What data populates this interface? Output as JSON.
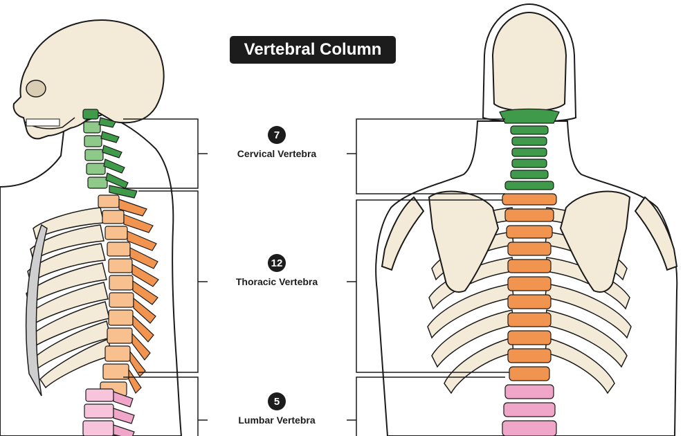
{
  "title": "Vertebral Column",
  "regions": [
    {
      "key": "cervical",
      "count": "7",
      "label": "Cervical Vertebra",
      "color": "#3f9b4a"
    },
    {
      "key": "thoracic",
      "count": "12",
      "label": "Thoracic Vertebra",
      "color": "#f0944f"
    },
    {
      "key": "lumbar",
      "count": "5",
      "label": "Lumbar Vertebra",
      "color": "#f0a6c8"
    }
  ],
  "palette": {
    "bone": "#f3ead7",
    "outline": "#1a1a1a",
    "cervical": "#3f9b4a",
    "thoracic": "#f0944f",
    "lumbar": "#f0a6c8",
    "disc": "#aeb8c6",
    "cartilage": "#cfcfcf"
  }
}
